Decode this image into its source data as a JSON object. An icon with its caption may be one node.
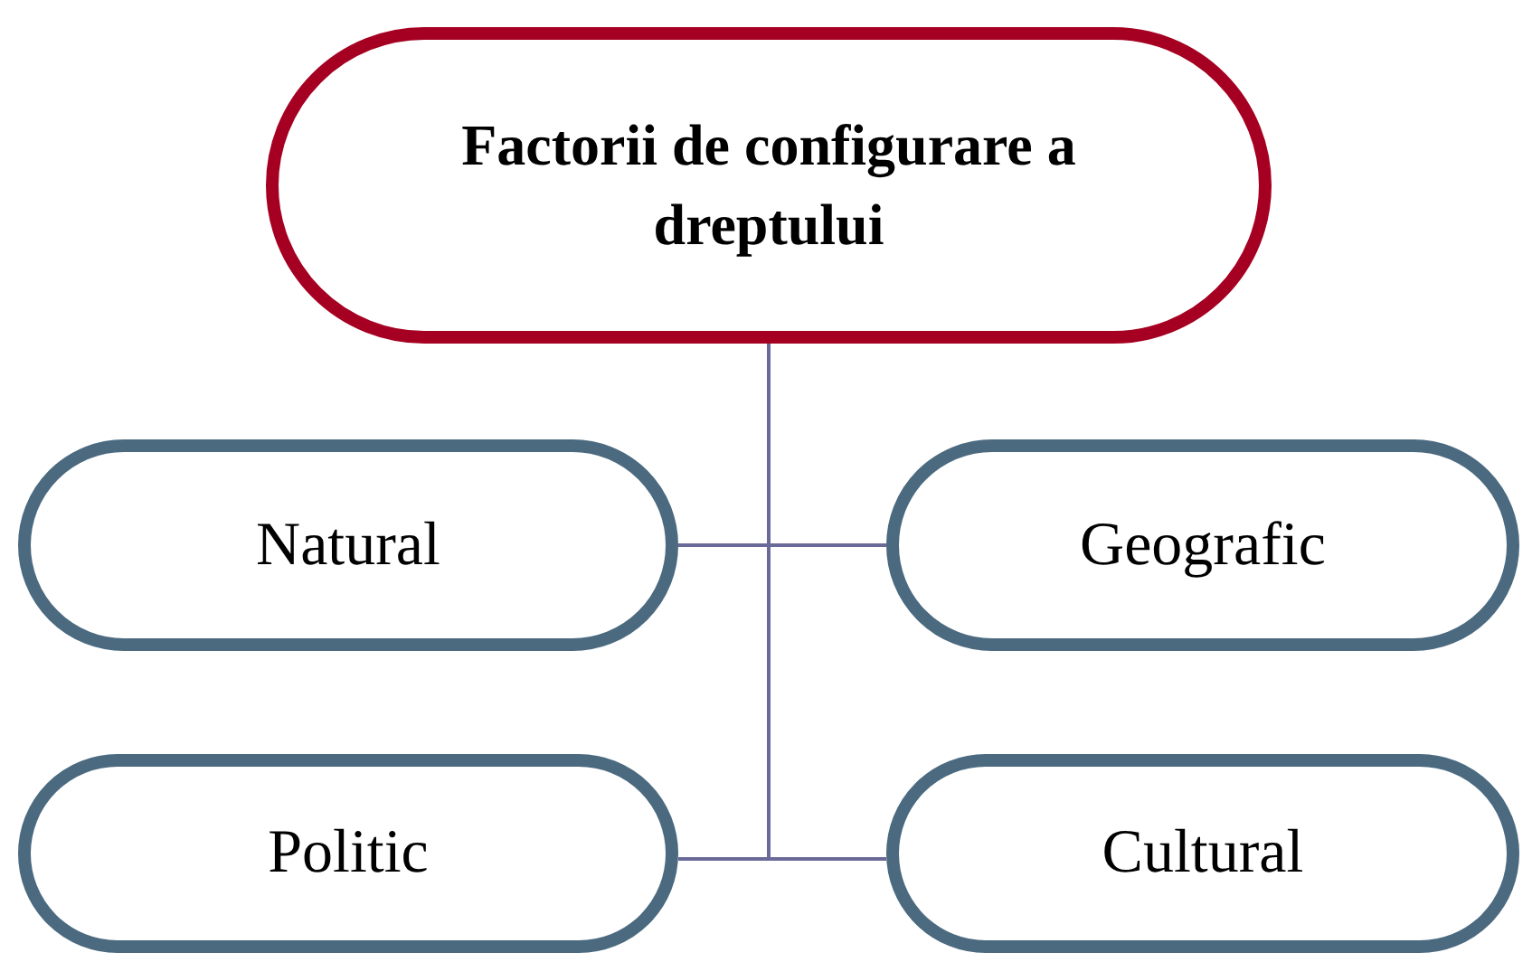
{
  "diagram": {
    "nodes": [
      {
        "text": [
          "Factorii de configurare a dreptului"
        ]
      },
      {
        "text": [
          "Natural"
        ]
      },
      {
        "text": [
          "Geografic"
        ]
      },
      {
        "text": [
          "Politic"
        ]
      },
      {
        "text": [
          "Cultural"
        ]
      }
    ],
    "edges": [
      {
        "from": 0,
        "to": 1,
        "arrow": "none"
      },
      {
        "from": 0,
        "to": 2,
        "arrow": "none"
      },
      {
        "from": 0,
        "to": 3,
        "arrow": "none"
      },
      {
        "from": 0,
        "to": 4,
        "arrow": "none"
      }
    ]
  }
}
